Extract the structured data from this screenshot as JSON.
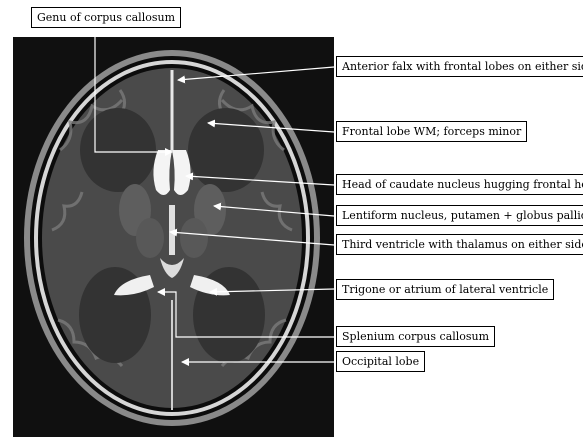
{
  "labels": {
    "genu": "Genu of corpus callosum",
    "falx": "Anterior falx with frontal lobes on either side",
    "frontal_wm": "Frontal lobe WM; forceps minor",
    "caudate": "Head of caudate nucleus hugging frontal horn",
    "lentiform": "Lentiform nucleus, putamen + globus pallidus",
    "third_ventricle": "Third ventricle with thalamus on either side",
    "trigone": "Trigone or atrium of lateral ventricle",
    "splenium": "Splenium corpus callosum",
    "occipital": "Occipital lobe"
  },
  "colors": {
    "background": "#101010",
    "skull_ring": "#cfcfcf",
    "csf": "#f4f4f4",
    "grey_matter": "#6a6a6a",
    "white_matter": "#3a3a3a",
    "pointer": "#ffffff"
  }
}
